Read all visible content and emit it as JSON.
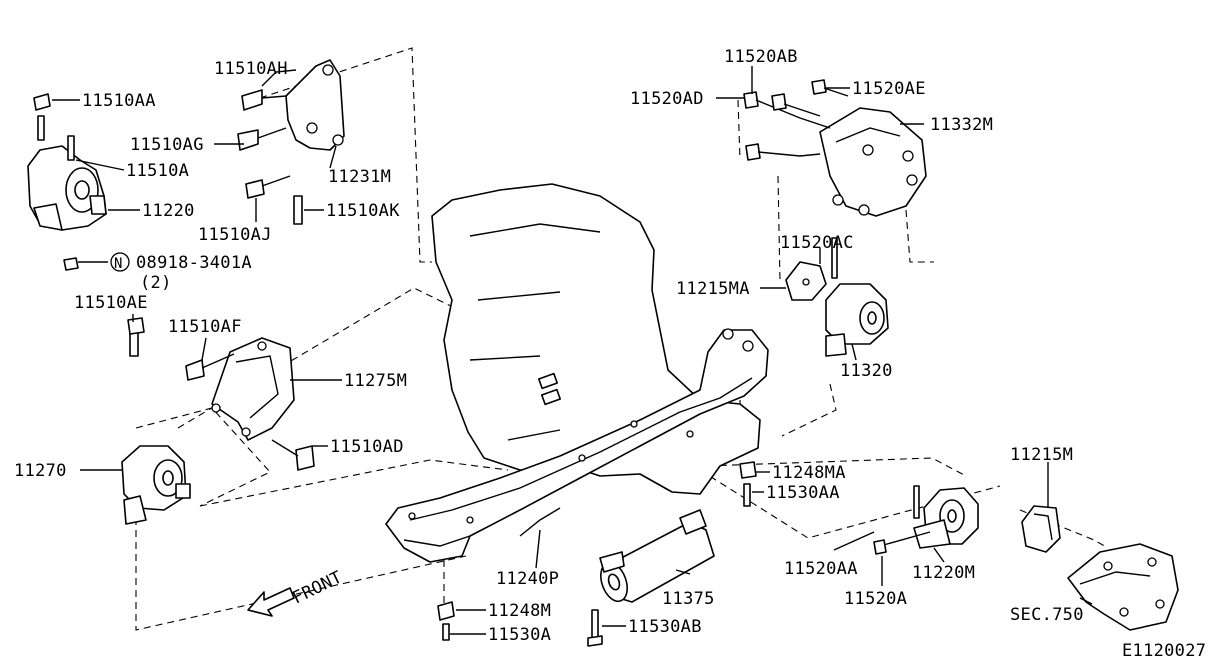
{
  "labels": {
    "l_11510AA": "11510AA",
    "l_11510A": "11510A",
    "l_11220": "11220",
    "l_08918": "08918-3401A",
    "l_08918_qty": "(2)",
    "l_n": "N",
    "l_11510AH": "11510AH",
    "l_11510AG": "11510AG",
    "l_11231M": "11231M",
    "l_11510AJ": "11510AJ",
    "l_11510AK": "11510AK",
    "l_11510AE": "11510AE",
    "l_11510AF": "11510AF",
    "l_11275M": "11275M",
    "l_11510AD": "11510AD",
    "l_11270": "11270",
    "l_11520AB": "11520AB",
    "l_11520AD": "11520AD",
    "l_11520AE": "11520AE",
    "l_11332M": "11332M",
    "l_11520AC": "11520AC",
    "l_11215MA": "11215MA",
    "l_11320": "11320",
    "l_11248MA": "11248MA",
    "l_11530AA": "11530AA",
    "l_11215M": "11215M",
    "l_11520AA": "11520AA",
    "l_11220M": "11220M",
    "l_11520A": "11520A",
    "l_sec750": "SEC.750",
    "l_11240P": "11240P",
    "l_11375": "11375",
    "l_11248M": "11248M",
    "l_11530A": "11530A",
    "l_11530AB": "11530AB",
    "l_front": "FRONT",
    "l_code": "E1120027"
  }
}
